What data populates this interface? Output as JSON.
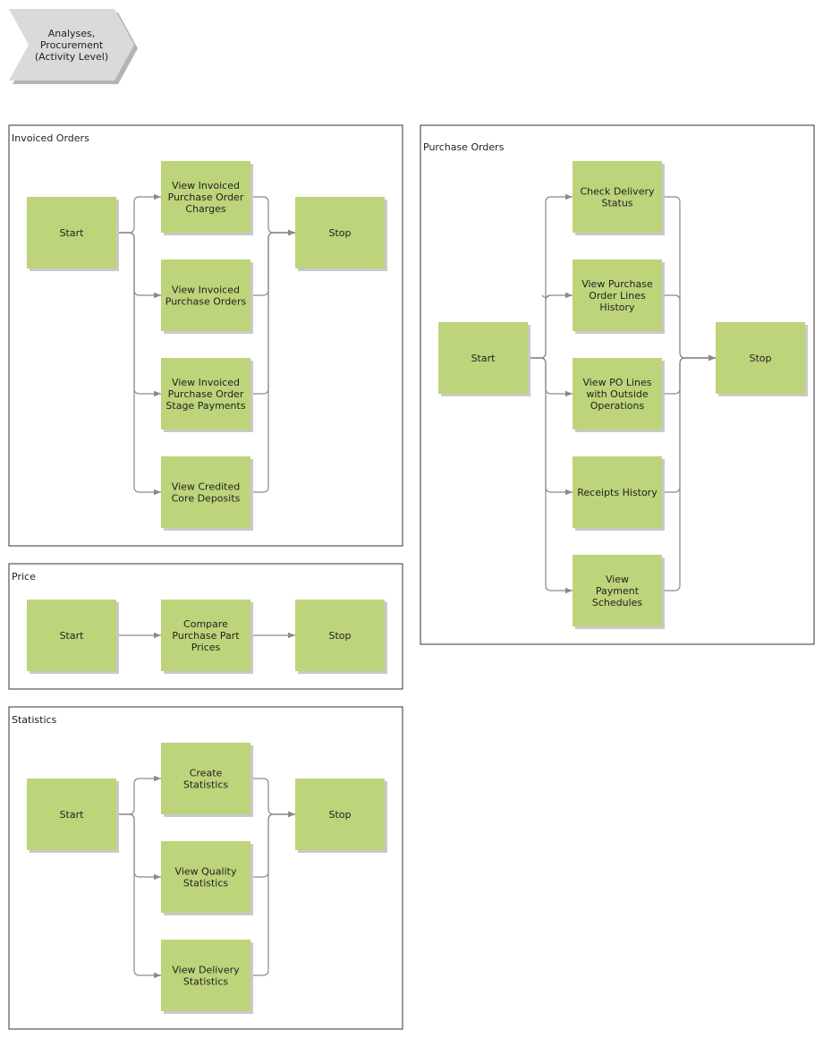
{
  "header": {
    "label_lines": [
      "Analyses,",
      "Procurement",
      "(Activity Level)"
    ],
    "fill": "#d9dadc"
  },
  "colors": {
    "activity_fill": "#bdd47a",
    "connector": "#8a8a8a",
    "frame_border": "#333333"
  },
  "groups": [
    {
      "id": "invoiced",
      "title": "Invoiced Orders",
      "start": "Start",
      "stop": "Stop",
      "activities": [
        [
          "View Invoiced",
          "Purchase Order",
          "Charges"
        ],
        [
          "View Invoiced",
          "Purchase Orders"
        ],
        [
          "View Invoiced",
          "Purchase Order",
          "Stage Payments"
        ],
        [
          "View Credited",
          "Core Deposits"
        ]
      ]
    },
    {
      "id": "price",
      "title": "Price",
      "start": "Start",
      "stop": "Stop",
      "activities": [
        [
          "Compare",
          "Purchase Part",
          "Prices"
        ]
      ]
    },
    {
      "id": "statistics",
      "title": "Statistics",
      "start": "Start",
      "stop": "Stop",
      "activities": [
        [
          "Create",
          "Statistics"
        ],
        [
          "View Quality",
          "Statistics"
        ],
        [
          "View Delivery",
          "Statistics"
        ]
      ]
    },
    {
      "id": "purchase",
      "title": "Purchase Orders",
      "start": "Start",
      "stop": "Stop",
      "activities": [
        [
          "Check Delivery",
          "Status"
        ],
        [
          "View Purchase",
          "Order Lines",
          "History"
        ],
        [
          "View PO Lines",
          "with Outside",
          "Operations"
        ],
        [
          "Receipts History"
        ],
        [
          "View",
          "Payment",
          "Schedules"
        ]
      ]
    }
  ]
}
